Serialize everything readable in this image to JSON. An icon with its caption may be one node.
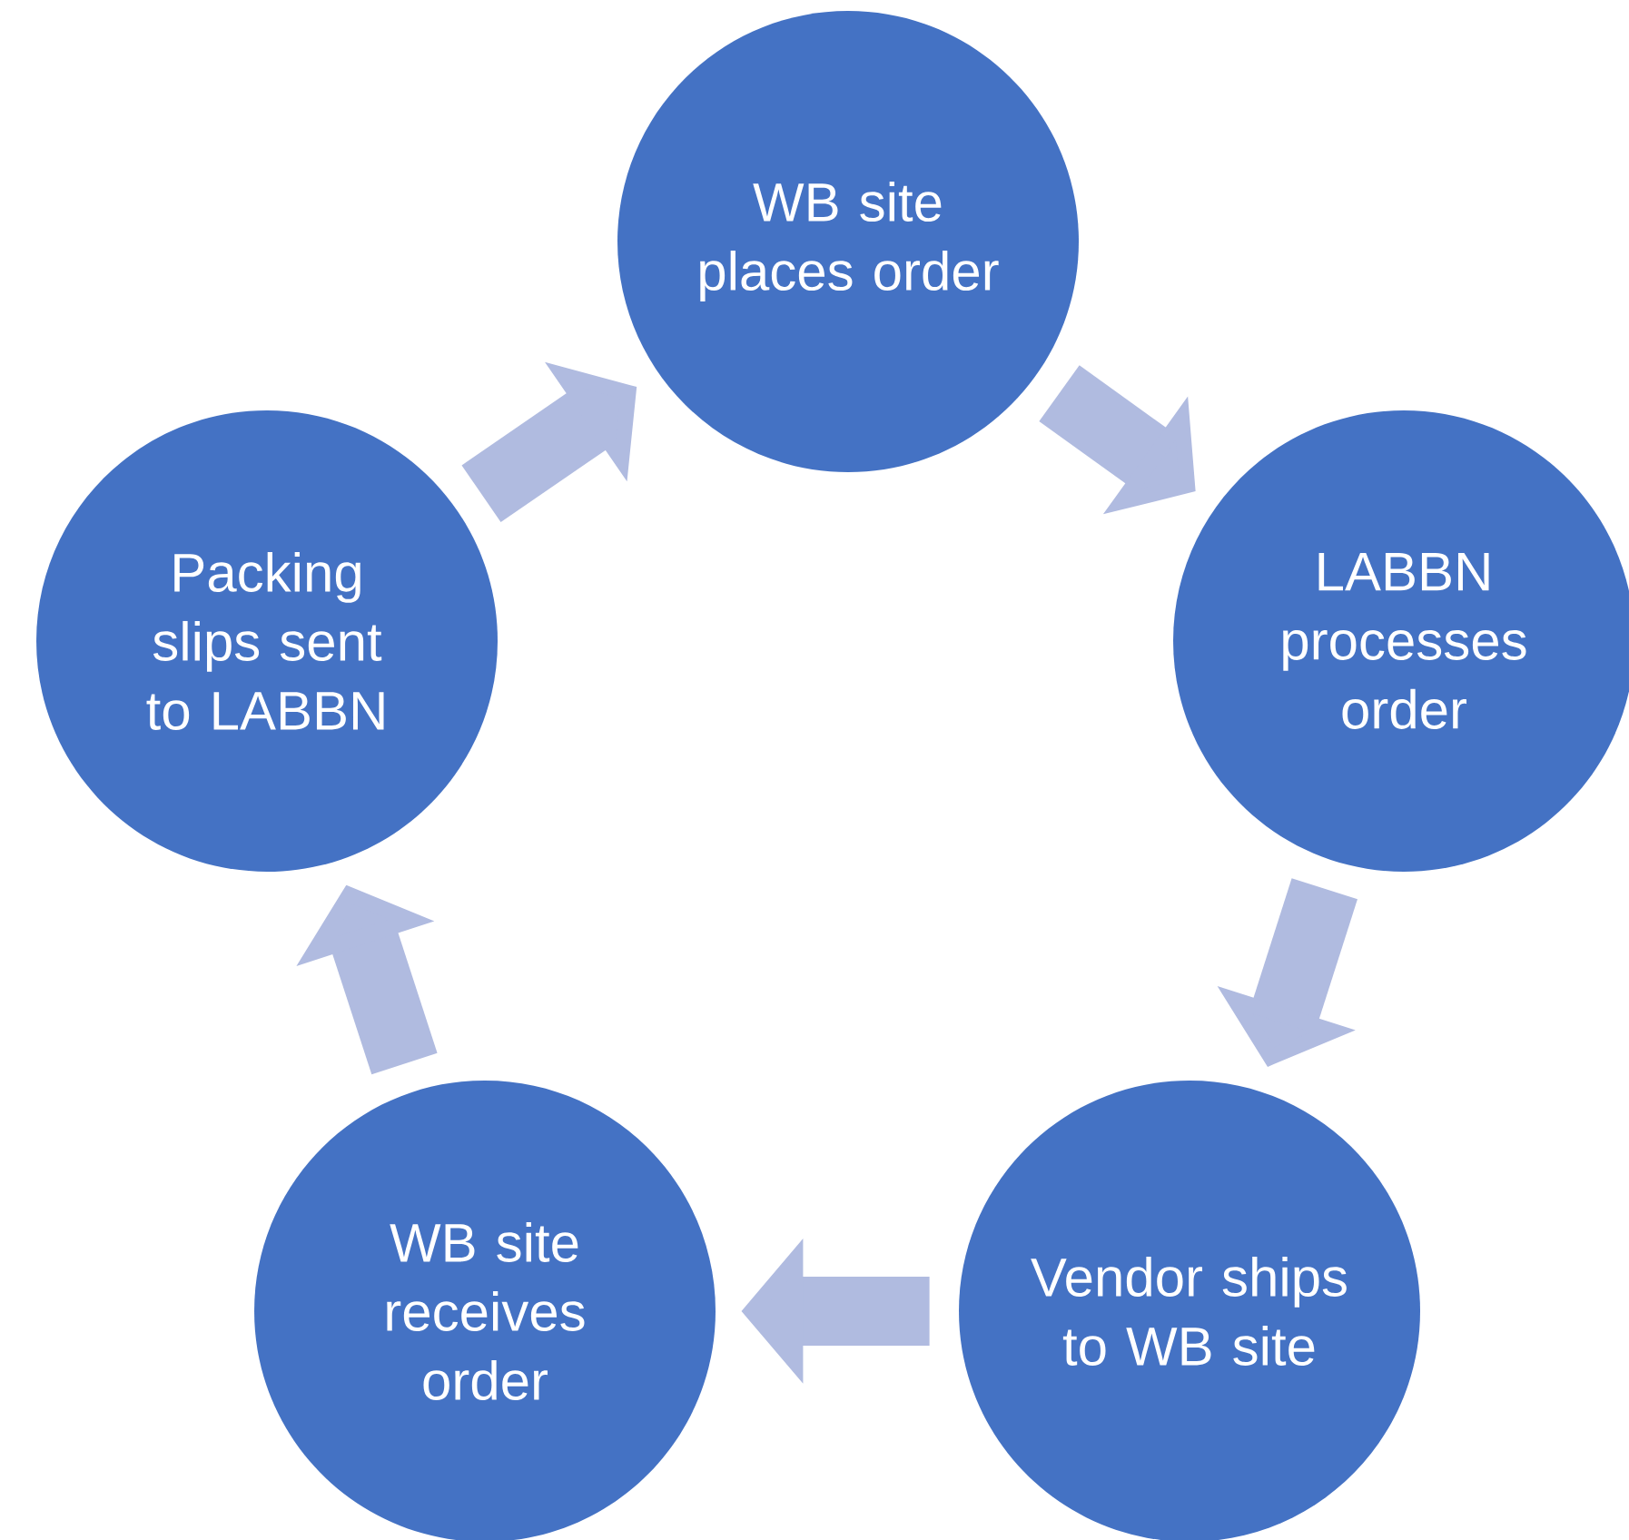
{
  "diagram": {
    "nodes": [
      {
        "text": [
          "WB site places order"
        ]
      },
      {
        "text": [
          "LABBN processes order"
        ]
      },
      {
        "text": [
          "Vendor ships to WB site"
        ]
      },
      {
        "text": [
          "WB site receives order"
        ]
      },
      {
        "text": [
          "Packing slips sent to LABBN"
        ]
      }
    ],
    "edges": [
      {
        "from": 0,
        "to": 1,
        "arrow": "to"
      },
      {
        "from": 1,
        "to": 2,
        "arrow": "to"
      },
      {
        "from": 2,
        "to": 3,
        "arrow": "to"
      },
      {
        "from": 3,
        "to": 4,
        "arrow": "to"
      },
      {
        "from": 4,
        "to": 0,
        "arrow": "to"
      }
    ]
  }
}
